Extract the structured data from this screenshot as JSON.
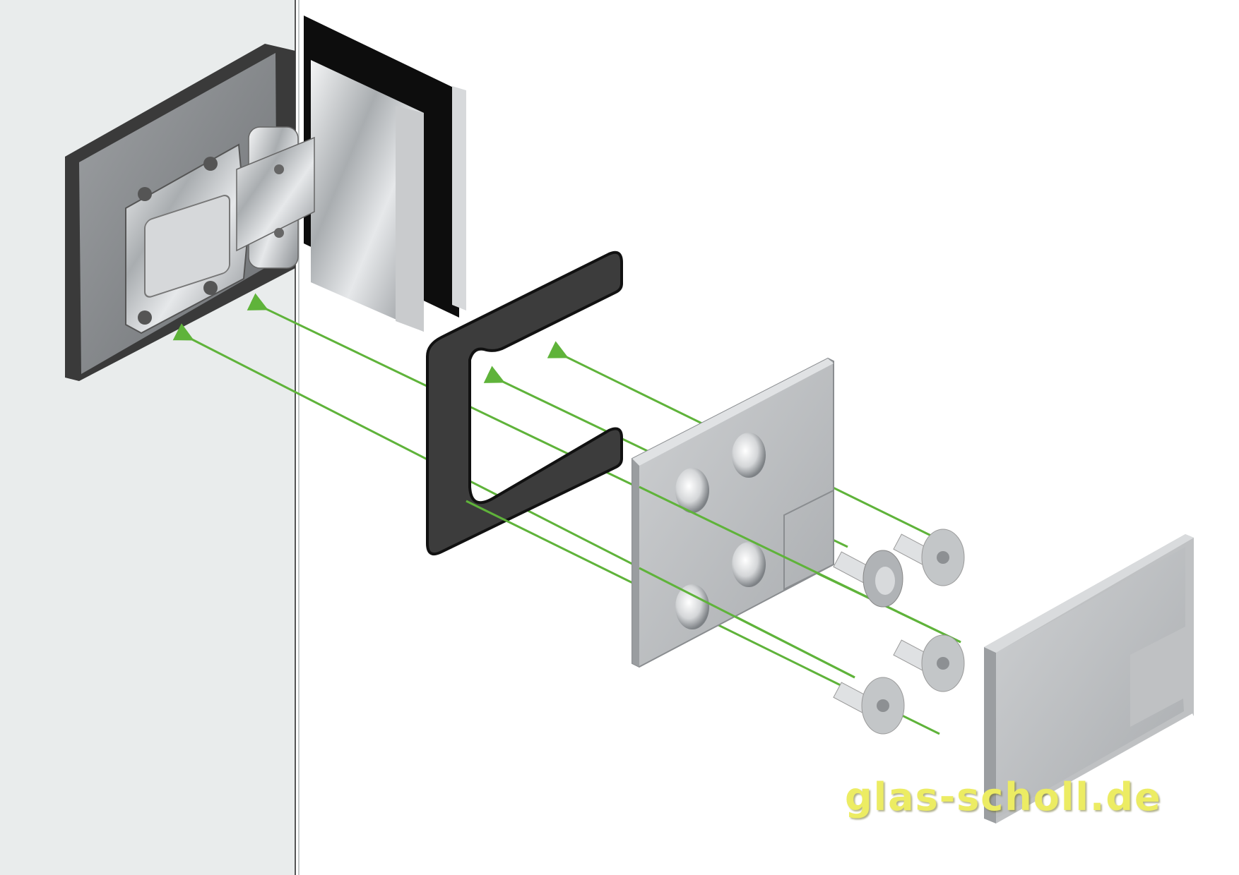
{
  "diagram": {
    "type": "exploded-assembly",
    "subject": "glass-to-wall shower door hinge",
    "colors": {
      "wall": "#e9ecec",
      "background": "#ffffff",
      "arrow": "#5fb33a",
      "metal": "#b9bcbe",
      "gasket": "#3c3c3c",
      "watermark": "#ecec63"
    },
    "components": [
      {
        "id": "hinge-body",
        "description": "chrome hinge with wall plate and glass clamp"
      },
      {
        "id": "gasket",
        "description": "black C-shaped gasket"
      },
      {
        "id": "mounting-plate",
        "description": "steel mounting plate with 4 countersunk holes"
      },
      {
        "id": "screws",
        "count": 4,
        "description": "countersunk hex socket screws"
      },
      {
        "id": "cover-plate",
        "description": "brushed steel cover plate with cutout"
      }
    ],
    "arrows": 5
  },
  "watermark": {
    "text": "glas-scholl.de"
  }
}
